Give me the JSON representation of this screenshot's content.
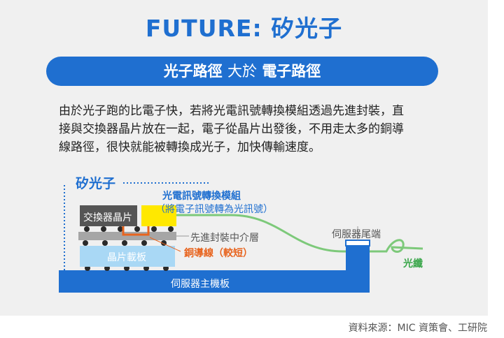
{
  "title": "FUTURE: 矽光子",
  "banner": {
    "part1": "光子路徑",
    "part2": "大於",
    "part3": "電子路徑"
  },
  "paragraph": [
    "由於光子跑的比電子快，若將光電訊號轉換模組透過先進封裝，直",
    "接與交換器晶片放在一起，電子從晶片出發後，不用走太多的銅導",
    "線路徑，很快就能被轉換成光子，加快傳輸速度。"
  ],
  "diagram": {
    "box_title": "矽光子",
    "module_title": "光電訊號轉換模組",
    "module_sub": "（將電子訊號轉為光訊號）",
    "switch_chip": "交換器晶片",
    "interposer": "先進封裝中介層",
    "substrate": "晶片載板",
    "copper": "銅導線（較短）",
    "mainboard": "伺服器主機板",
    "server_end": "伺服器尾端",
    "fiber": "光纖"
  },
  "colors": {
    "brand_blue": "#1f6fd0",
    "module_yellow": "#ffe800",
    "fiber_green": "#7dc97a",
    "copper_orange": "#e8641e"
  },
  "source": "資料來源：MIC 資策會、工研院"
}
